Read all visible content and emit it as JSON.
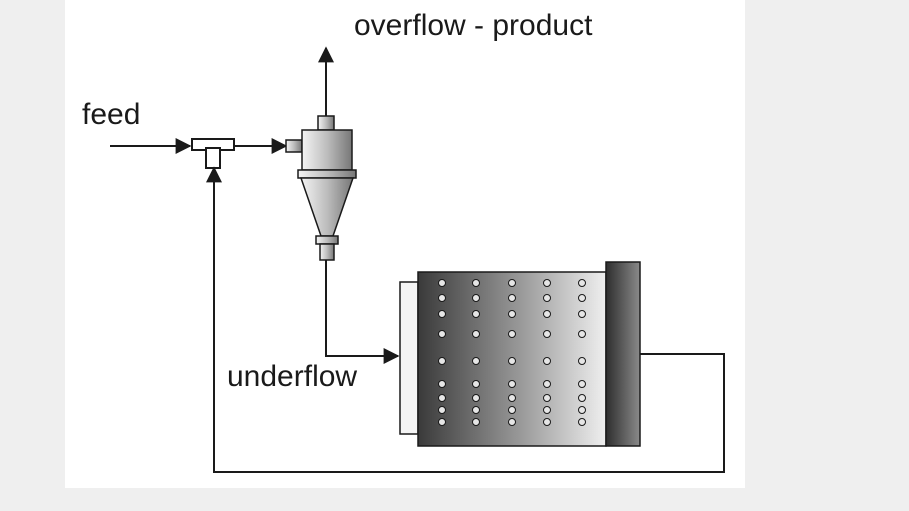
{
  "labels": {
    "feed": "feed",
    "overflow": "overflow - product",
    "underflow": "underflow"
  },
  "colors": {
    "page_background": "#efefef",
    "canvas": "#ffffff",
    "line": "#1a1a1a",
    "equipment_dark": "#3a3a3a",
    "equipment_light": "#f2f2f2"
  },
  "icons": [
    "mixer-tee-icon",
    "hydrocyclone-icon",
    "ball-mill-icon",
    "arrow-icon"
  ]
}
